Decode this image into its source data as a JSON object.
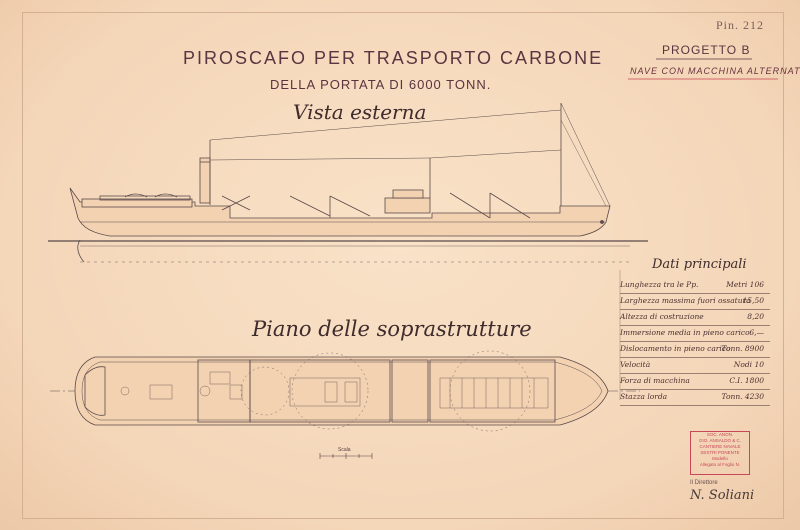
{
  "plate_number": "Pin. 212",
  "title": "PIROSCAFO PER TRASPORTO CARBONE",
  "subtitle": "DELLA PORTATA DI 6000 TONN.",
  "project": {
    "name": "PROGETTO B",
    "description": "NAVE CON MACCHINA ALTERNATIVA"
  },
  "views": {
    "external": "Vista esterna",
    "superstructures": "Piano delle soprastrutture"
  },
  "principal_data": {
    "heading": "Dati principali",
    "rows": [
      {
        "label": "Lunghezza tra le Pp.",
        "value": "Metri 106"
      },
      {
        "label": "Larghezza massima fuori ossatura",
        "value": "15,50"
      },
      {
        "label": "Altezza di costruzione",
        "value": "8,20"
      },
      {
        "label": "Immersione media in pieno carico",
        "value": "6,—"
      },
      {
        "label": "Dislocamento in pieno carico",
        "value": "Tonn. 8900"
      },
      {
        "label": "Velocità",
        "value": "Nodi 10"
      },
      {
        "label": "Forza di macchina",
        "value": "C.I. 1800"
      },
      {
        "label": "Stazza lorda",
        "value": "Tonn. 4230"
      }
    ]
  },
  "stamp": {
    "line1": "SOC. ANON.",
    "line2": "GIO. ANSALDO & C.",
    "line3": "CANTIERE NAVALE",
    "line4": "SESTRI PONENTE",
    "line5": "Modello",
    "line6": "Allegato al Foglio N."
  },
  "director_label": "Il Direttore",
  "signature": "N. Soliani",
  "scale_label": "Scala",
  "colors": {
    "paper": "#f6dcc0",
    "ink": "#5a3440",
    "stamp": "#c8485a",
    "project_underline": "#c84050"
  }
}
